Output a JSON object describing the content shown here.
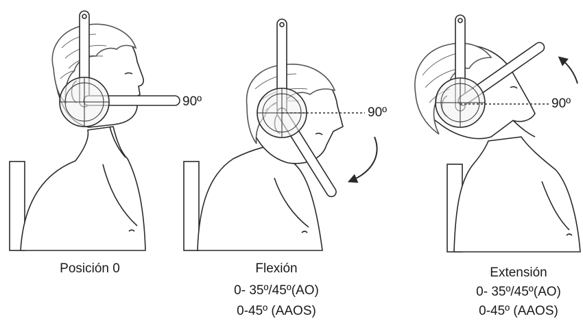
{
  "figures": [
    {
      "caption_lines": [
        "Posición 0"
      ],
      "angle_label": "90º"
    },
    {
      "caption_lines": [
        "Flexión",
        "0- 35º/45º(AO)",
        "0-45º (AAOS)"
      ],
      "angle_label": "90º"
    },
    {
      "caption_lines": [
        "Extensión",
        "0- 35º/45º(AO)",
        "0-45º (AAOS)"
      ],
      "angle_label": "90º"
    }
  ],
  "colors": {
    "line": "#2a2a2a",
    "fill": "#ffffff",
    "dial_fill": "#f2f2f2",
    "hair": "#555555"
  }
}
